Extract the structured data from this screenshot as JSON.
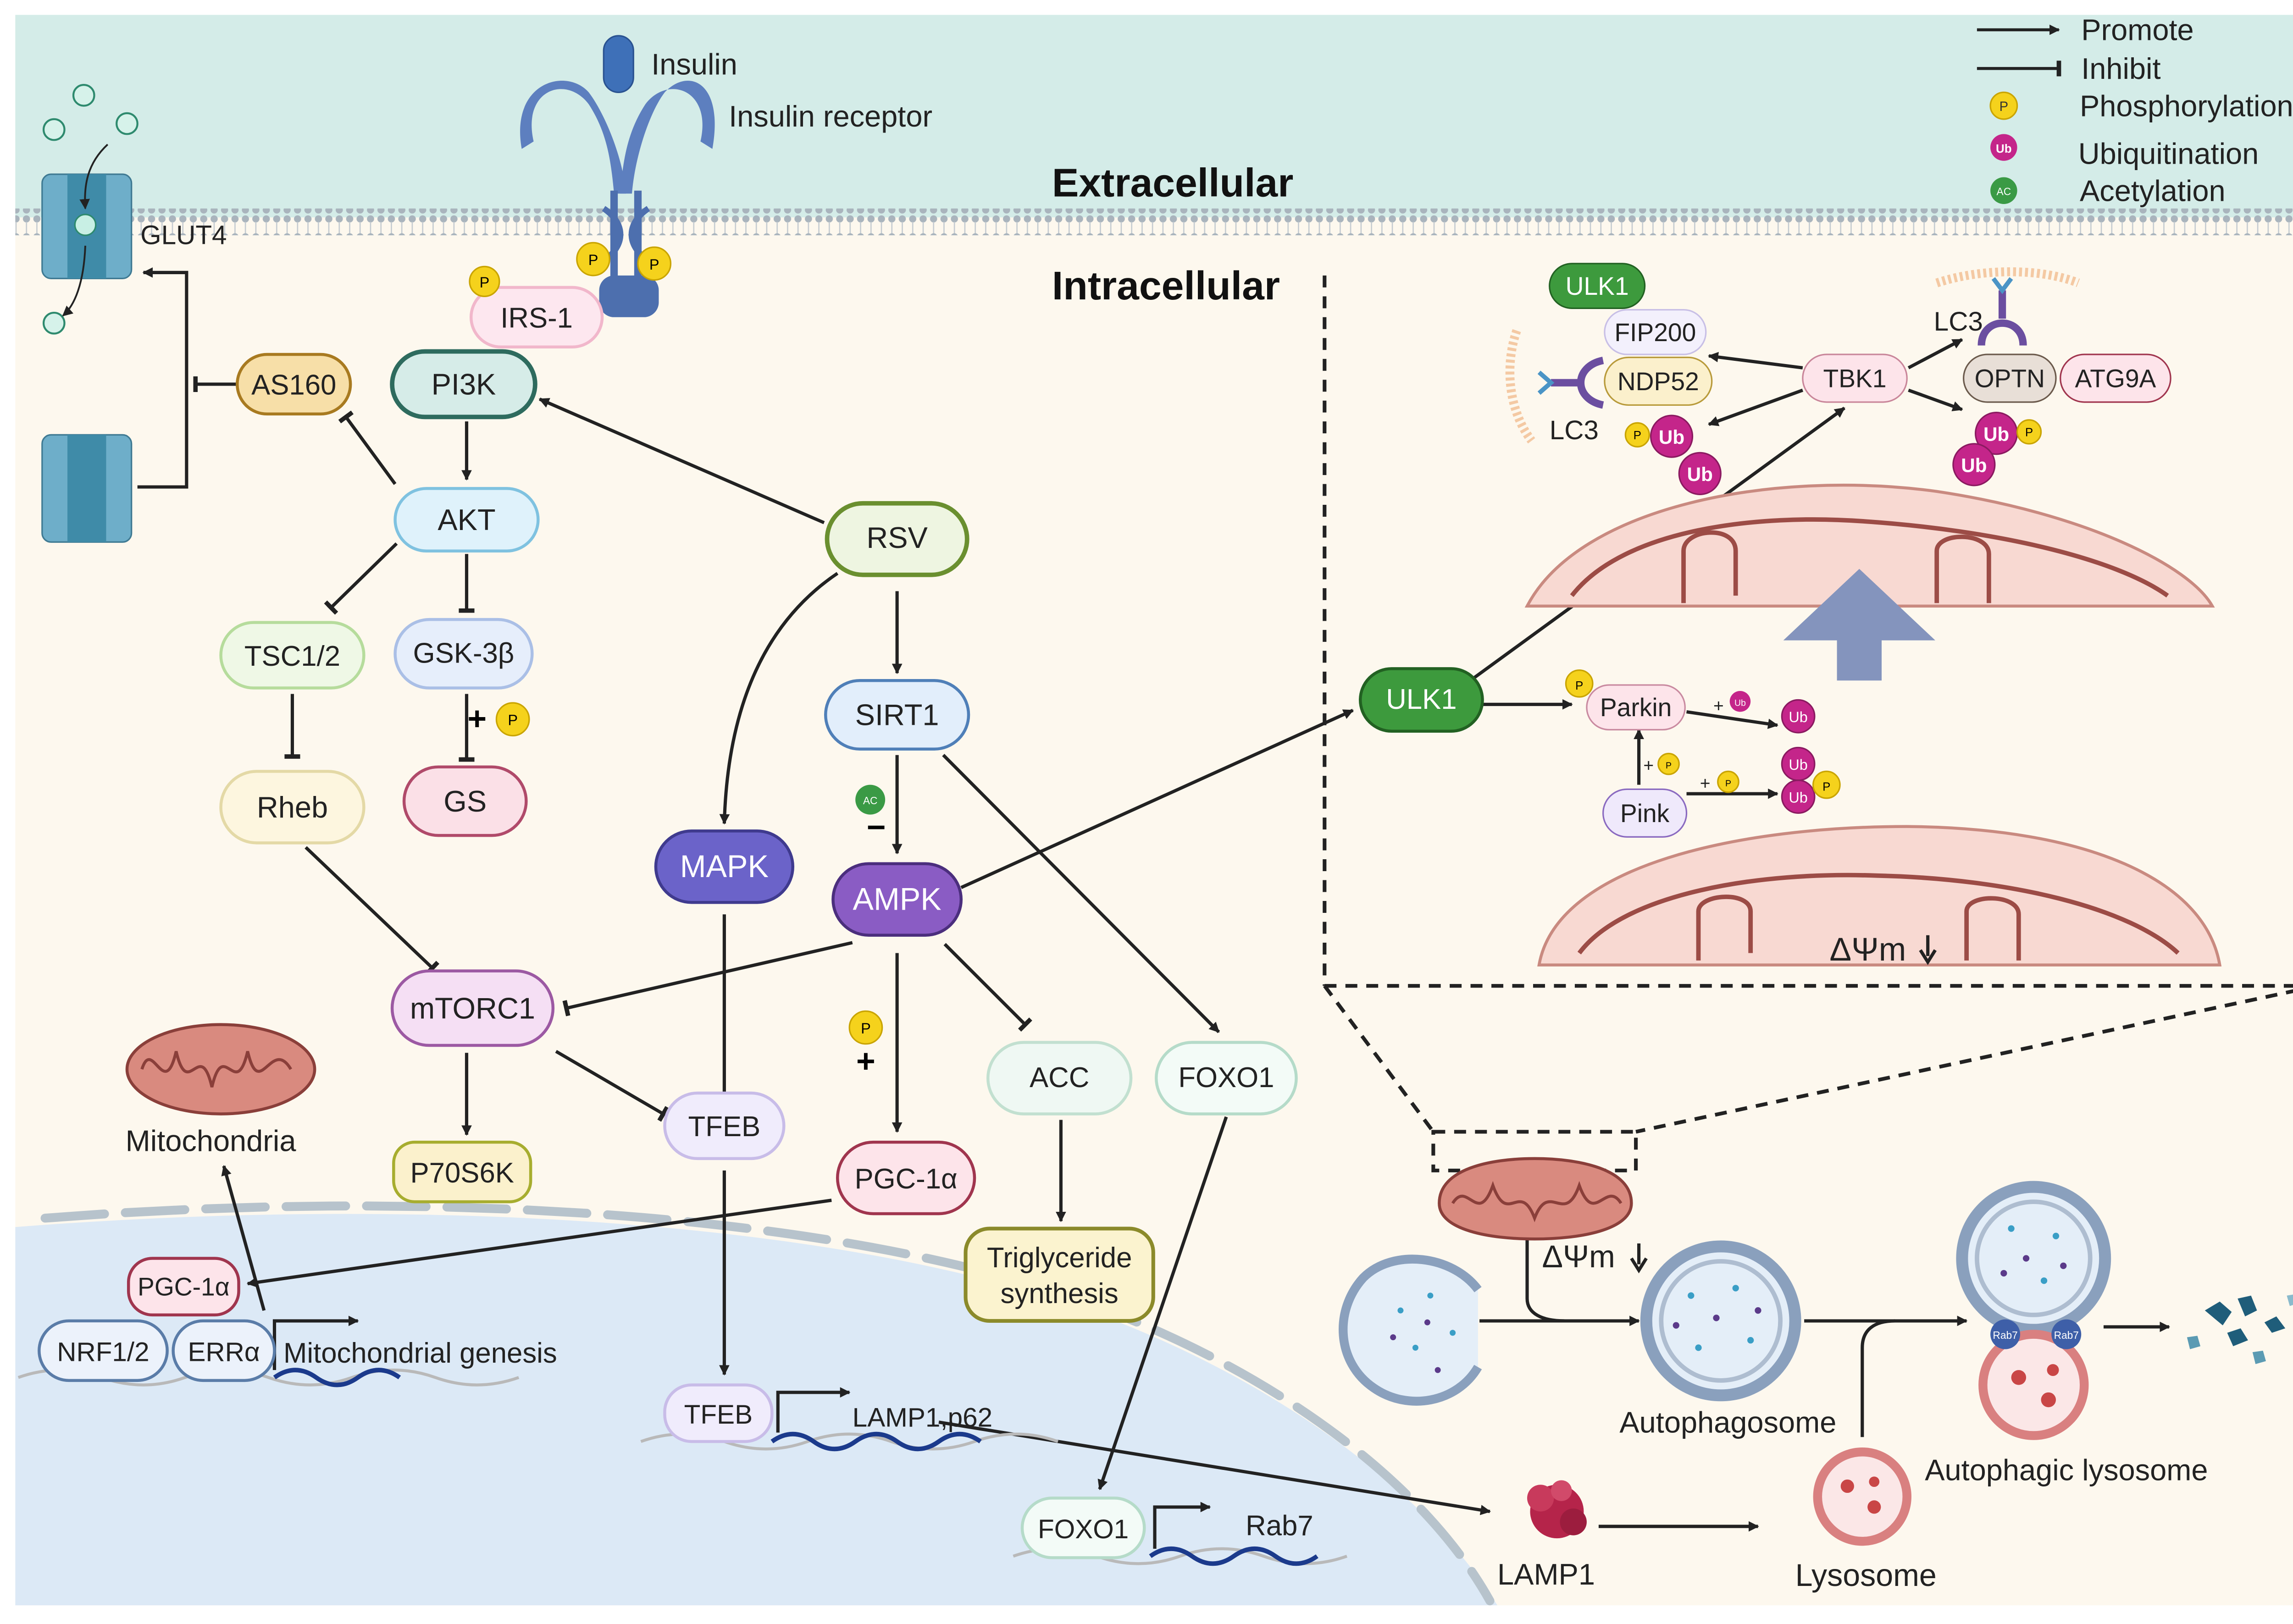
{
  "legend": {
    "promote": "Promote",
    "inhibit": "Inhibit",
    "phosphorylation": "Phosphorylation",
    "ubiquitination": "Ubiquitination",
    "acetylation": "Acetylation"
  },
  "markers": {
    "p": "P",
    "ub": "Ub",
    "ac": "AC",
    "rab7": "Rab7",
    "plus": "+",
    "minus": "−"
  },
  "regions": {
    "extracellular": "Extracellular",
    "intracellular": "Intracellular"
  },
  "membrane": {
    "insulin": "Insulin",
    "insulin_receptor": "Insulin receptor",
    "glut4": "GLUT4"
  },
  "nodes": {
    "irs1": "IRS-1",
    "pi3k": "PI3K",
    "as160": "AS160",
    "akt": "AKT",
    "tsc": "TSC1/2",
    "gsk3b": "GSK-3β",
    "gs": "GS",
    "rheb": "Rheb",
    "rsv": "RSV",
    "sirt1": "SIRT1",
    "mapk": "MAPK",
    "ampk": "AMPK",
    "mtorc1": "mTORC1",
    "p70s6k": "P70S6K",
    "tfeb": "TFEB",
    "pgc1a": "PGC-1α",
    "acc": "ACC",
    "foxo1": "FOXO1",
    "trig1": "Triglyceride",
    "trig2": "synthesis",
    "ulk1": "ULK1"
  },
  "nucleus": {
    "mitochondria": "Mitochondria",
    "pgc1a": "PGC-1α",
    "nrf": "NRF1/2",
    "erra": "ERRα",
    "mito_genesis": "Mitochondrial genesis",
    "tfeb": "TFEB",
    "lamp_p62": "LAMP1,p62",
    "foxo1": "FOXO1",
    "rab7": "Rab7"
  },
  "mitophagy": {
    "ulk1": "ULK1",
    "fip200": "FIP200",
    "ndp52": "NDP52",
    "lc3_left": "LC3",
    "tbk1": "TBK1",
    "lc3_right": "LC3",
    "optn": "OPTN",
    "atg9a": "ATG9A",
    "parkin": "Parkin",
    "pink": "Pink",
    "dpsi": "ΔΨm"
  },
  "autophagy": {
    "dpsi": "ΔΨm",
    "autophagosome": "Autophagosome",
    "lysosome": "Lysosome",
    "lamp1": "LAMP1",
    "autophagic_lysosome": "Autophagic lysosome"
  },
  "colors": {
    "extracellular_bg": "#d4ece8",
    "cytoplasm_bg": "#fdf8ee",
    "nucleus_bg": "#dce9f6",
    "ulk1_green": "#3d9a3d",
    "mapk_purple": "#6b63c9",
    "ampk_purple": "#8a5cc4",
    "pho_yellow": "#f5d21c",
    "ub_magenta": "#c4258a",
    "ac_green": "#3a9a45"
  }
}
